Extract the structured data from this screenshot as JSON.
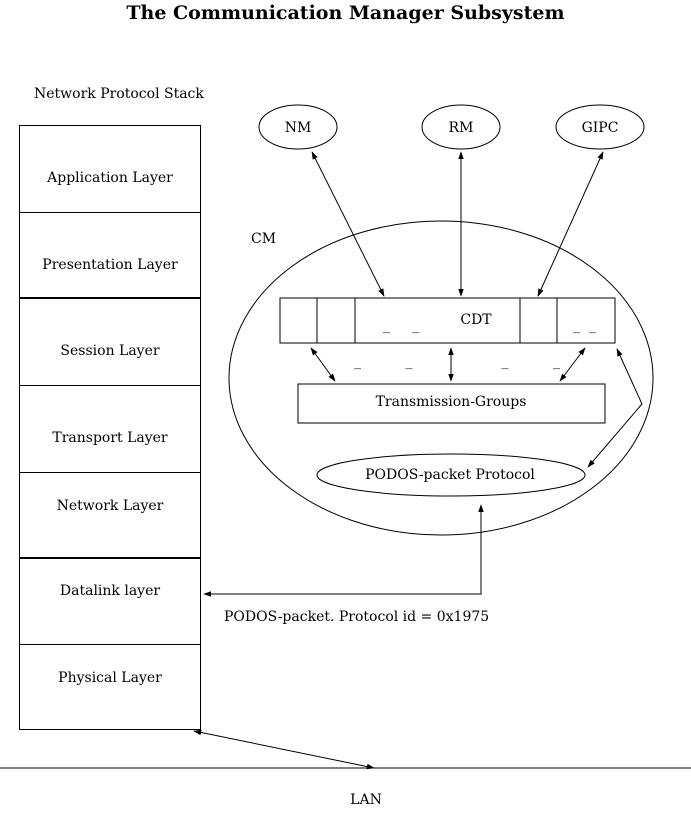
{
  "title": "The Communication Manager Subsystem",
  "stack": {
    "heading": "Network Protocol Stack",
    "layers": [
      "Application Layer",
      "Presentation Layer",
      "Session Layer",
      "Transport Layer",
      "Network Layer",
      "Datalink layer",
      "Physical Layer"
    ]
  },
  "modules": {
    "nm": "NM",
    "rm": "RM",
    "gipc": "GIPC"
  },
  "cm": {
    "label": "CM",
    "cdt": "CDT",
    "cdt_marks_left": "_     _",
    "cdt_marks_right": "_  _",
    "dashes": "_          _                    _          _",
    "transmission_groups": "Transmission-Groups",
    "podos_protocol": "PODOS-packet Protocol"
  },
  "packet_label": "PODOS-packet. Protocol id = 0x1975",
  "lan": "LAN"
}
